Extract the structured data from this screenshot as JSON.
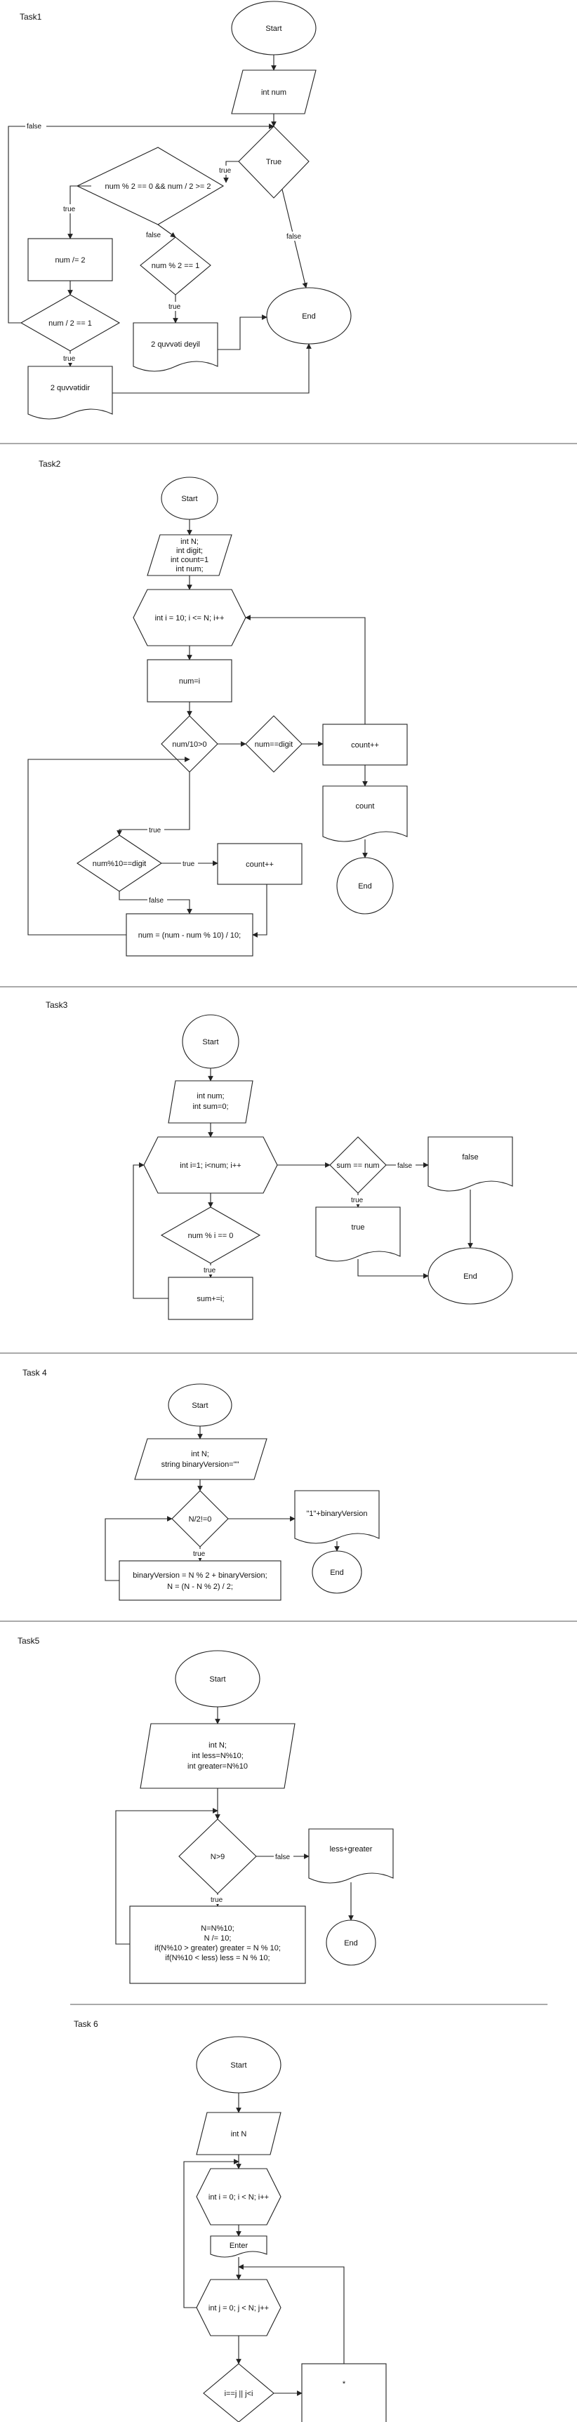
{
  "task1": {
    "title": "Task1",
    "start": "Start",
    "input": "int num",
    "cond_true": "True",
    "cond_main": "num % 2 == 0 && num / 2 >= 2",
    "div": "num /= 2",
    "cond_eq1": "num / 2 == 1",
    "cond_odd": "num % 2 == 1",
    "out_no": "2 quvvəti deyil",
    "out_yes": "2 quvvətidir",
    "end": "End",
    "lbl_false_loop": "false",
    "lbl_true_a": "true",
    "lbl_true_b": "true",
    "lbl_false_b": "false",
    "lbl_false_c": "false",
    "lbl_true_c": "true",
    "lbl_true_d": "true"
  },
  "task2": {
    "title": "Task2",
    "start": "Start",
    "input_l1": "int N;",
    "input_l2": "int digit;",
    "input_l3": "int count=1",
    "input_l4": "int num;",
    "loop": "int i = 10; i <= N; i++",
    "assign": "num=i",
    "cond1": "num/10>0",
    "cond2": "num==digit",
    "count_a": "count++",
    "out": "count",
    "end": "End",
    "cond3": "num%10==digit",
    "count_b": "count++",
    "update": "num = (num - num % 10) / 10;",
    "lbl_true_a": "true",
    "lbl_true_b": "true",
    "lbl_false": "false"
  },
  "task3": {
    "title": "Task3",
    "start": "Start",
    "input_l1": "int num;",
    "input_l2": "int sum=0;",
    "loop": "int i=1; i<num; i++",
    "cond_sum": "sum == num",
    "out_false": "false",
    "out_true": "true",
    "cond_mod": "num % i == 0",
    "add": "sum+=i;",
    "end": "End",
    "lbl_false": "false",
    "lbl_true_a": "true",
    "lbl_true_b": "true"
  },
  "task4": {
    "title": "Task 4",
    "start": "Start",
    "input_l1": "int N;",
    "input_l2": "string binaryVersion=\"\"",
    "cond": "N/2!=0",
    "out": "\"1\"+binaryVersion",
    "end": "End",
    "body_l1": "binaryVersion = N % 2 + binaryVersion;",
    "body_l2": "N = (N - N % 2) / 2;",
    "lbl_true": "true"
  },
  "task5": {
    "title": "Task5",
    "start": "Start",
    "input_l1": "int N;",
    "input_l2": "int less=N%10;",
    "input_l3": "int greater=N%10",
    "cond": "N>9",
    "out": "less+greater",
    "end": "End",
    "body_l1": "N=N%10;",
    "body_l2": "N /= 10;",
    "body_l3": "if(N%10 > greater) greater = N % 10;",
    "body_l4": "if(N%10 < less) less = N % 10;",
    "lbl_false": "false",
    "lbl_true": "true"
  },
  "task6": {
    "title": "Task 6",
    "start": "Start",
    "input": "int N",
    "loop_i": "int i = 0; i < N; i++",
    "enter": "Enter",
    "loop_j": "int j = 0; j < N; j++",
    "cond": "i==j || j<i",
    "out": "*"
  }
}
